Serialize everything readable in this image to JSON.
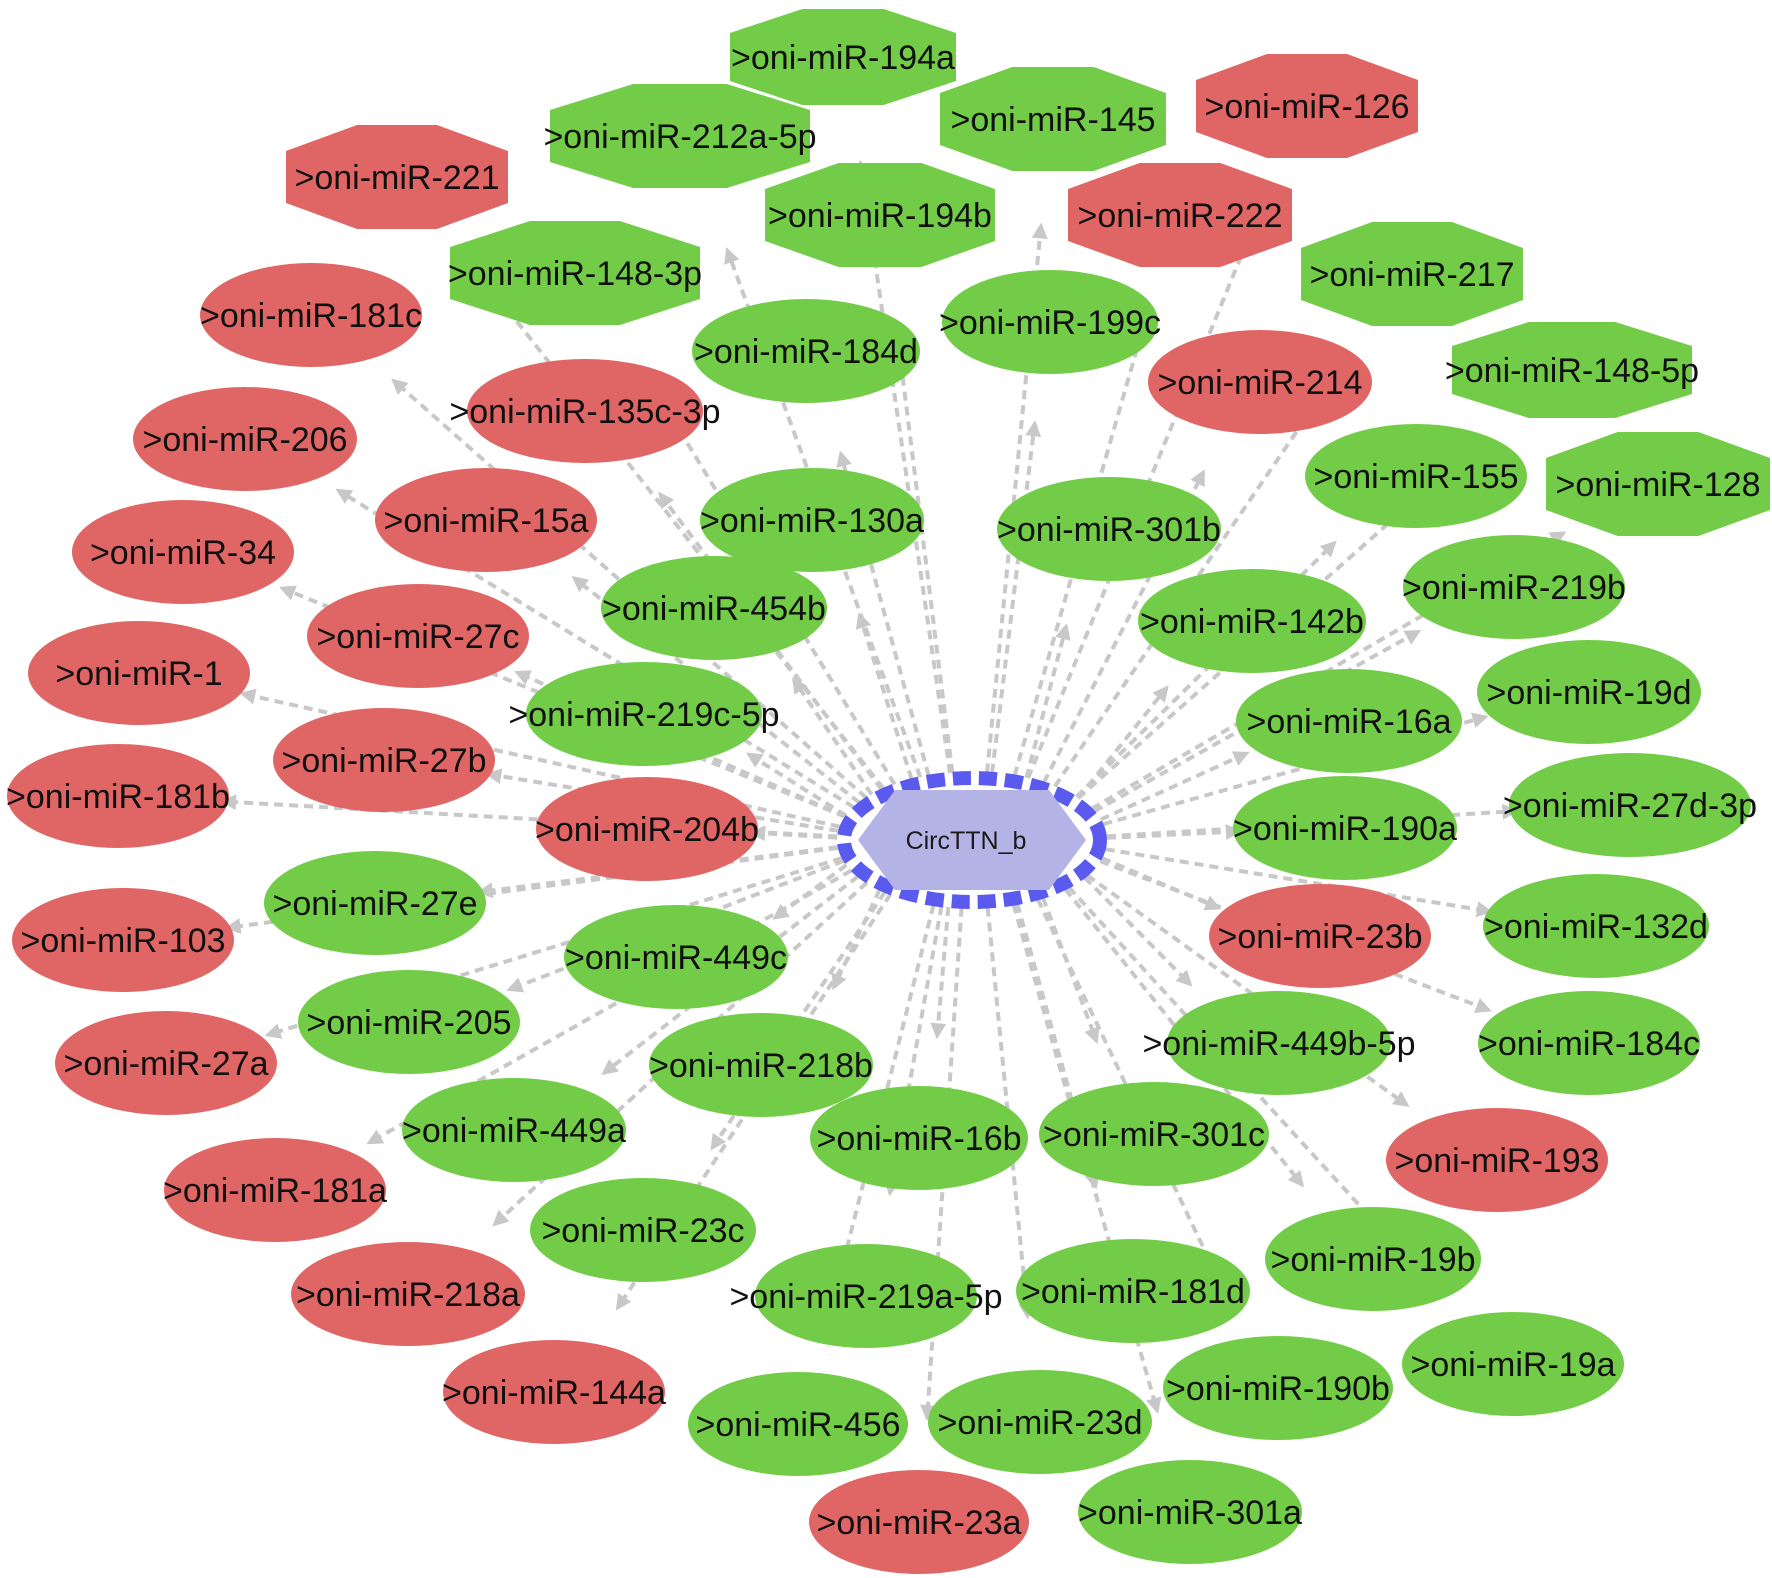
{
  "colors": {
    "green": "#72cc47",
    "red": "#e06666",
    "center_fill": "#b3b3e6",
    "center_border": "#5a5aee",
    "edge": "#c8c8c8"
  },
  "center": {
    "label": "CircTTN_b"
  },
  "nodes": [
    {
      "label": ">oni-miR-194a",
      "color": "green",
      "shape": "octagon"
    },
    {
      "label": ">oni-miR-212a-5p",
      "color": "green",
      "shape": "octagon"
    },
    {
      "label": ">oni-miR-145",
      "color": "green",
      "shape": "octagon"
    },
    {
      "label": ">oni-miR-126",
      "color": "red",
      "shape": "octagon"
    },
    {
      "label": ">oni-miR-221",
      "color": "red",
      "shape": "octagon"
    },
    {
      "label": ">oni-miR-194b",
      "color": "green",
      "shape": "octagon"
    },
    {
      "label": ">oni-miR-222",
      "color": "red",
      "shape": "octagon"
    },
    {
      "label": ">oni-miR-148-3p",
      "color": "green",
      "shape": "octagon"
    },
    {
      "label": ">oni-miR-217",
      "color": "green",
      "shape": "octagon"
    },
    {
      "label": ">oni-miR-181c",
      "color": "red",
      "shape": "ellipse"
    },
    {
      "label": ">oni-miR-199c",
      "color": "green",
      "shape": "ellipse"
    },
    {
      "label": ">oni-miR-184d",
      "color": "green",
      "shape": "ellipse"
    },
    {
      "label": ">oni-miR-148-5p",
      "color": "green",
      "shape": "octagon"
    },
    {
      "label": ">oni-miR-214",
      "color": "red",
      "shape": "ellipse"
    },
    {
      "label": ">oni-miR-135c-3p",
      "color": "red",
      "shape": "ellipse"
    },
    {
      "label": ">oni-miR-206",
      "color": "red",
      "shape": "ellipse"
    },
    {
      "label": ">oni-miR-155",
      "color": "green",
      "shape": "ellipse"
    },
    {
      "label": ">oni-miR-128",
      "color": "green",
      "shape": "octagon"
    },
    {
      "label": ">oni-miR-130a",
      "color": "green",
      "shape": "ellipse"
    },
    {
      "label": ">oni-miR-301b",
      "color": "green",
      "shape": "ellipse"
    },
    {
      "label": ">oni-miR-15a",
      "color": "red",
      "shape": "ellipse"
    },
    {
      "label": ">oni-miR-34",
      "color": "red",
      "shape": "ellipse"
    },
    {
      "label": ">oni-miR-219b",
      "color": "green",
      "shape": "ellipse"
    },
    {
      "label": ">oni-miR-454b",
      "color": "green",
      "shape": "ellipse"
    },
    {
      "label": ">oni-miR-142b",
      "color": "green",
      "shape": "ellipse"
    },
    {
      "label": ">oni-miR-27c",
      "color": "red",
      "shape": "ellipse"
    },
    {
      "label": ">oni-miR-1",
      "color": "red",
      "shape": "ellipse"
    },
    {
      "label": ">oni-miR-19d",
      "color": "green",
      "shape": "ellipse"
    },
    {
      "label": ">oni-miR-219c-5p",
      "color": "green",
      "shape": "ellipse"
    },
    {
      "label": ">oni-miR-16a",
      "color": "green",
      "shape": "ellipse"
    },
    {
      "label": ">oni-miR-27b",
      "color": "red",
      "shape": "ellipse"
    },
    {
      "label": ">oni-miR-181b",
      "color": "red",
      "shape": "ellipse"
    },
    {
      "label": ">oni-miR-27d-3p",
      "color": "green",
      "shape": "ellipse"
    },
    {
      "label": ">oni-miR-204b",
      "color": "red",
      "shape": "ellipse"
    },
    {
      "label": ">oni-miR-190a",
      "color": "green",
      "shape": "ellipse"
    },
    {
      "label": ">oni-miR-27e",
      "color": "green",
      "shape": "ellipse"
    },
    {
      "label": ">oni-miR-132d",
      "color": "green",
      "shape": "ellipse"
    },
    {
      "label": ">oni-miR-103",
      "color": "red",
      "shape": "ellipse"
    },
    {
      "label": ">oni-miR-23b",
      "color": "red",
      "shape": "ellipse"
    },
    {
      "label": ">oni-miR-449c",
      "color": "green",
      "shape": "ellipse"
    },
    {
      "label": ">oni-miR-205",
      "color": "green",
      "shape": "ellipse"
    },
    {
      "label": ">oni-miR-184c",
      "color": "green",
      "shape": "ellipse"
    },
    {
      "label": ">oni-miR-449b-5p",
      "color": "green",
      "shape": "ellipse"
    },
    {
      "label": ">oni-miR-27a",
      "color": "red",
      "shape": "ellipse"
    },
    {
      "label": ">oni-miR-218b",
      "color": "green",
      "shape": "ellipse"
    },
    {
      "label": ">oni-miR-16b",
      "color": "green",
      "shape": "ellipse"
    },
    {
      "label": ">oni-miR-301c",
      "color": "green",
      "shape": "ellipse"
    },
    {
      "label": ">oni-miR-449a",
      "color": "green",
      "shape": "ellipse"
    },
    {
      "label": ">oni-miR-193",
      "color": "red",
      "shape": "ellipse"
    },
    {
      "label": ">oni-miR-181a",
      "color": "red",
      "shape": "ellipse"
    },
    {
      "label": ">oni-miR-23c",
      "color": "green",
      "shape": "ellipse"
    },
    {
      "label": ">oni-miR-19b",
      "color": "green",
      "shape": "ellipse"
    },
    {
      "label": ">oni-miR-218a",
      "color": "red",
      "shape": "ellipse"
    },
    {
      "label": ">oni-miR-219a-5p",
      "color": "green",
      "shape": "ellipse"
    },
    {
      "label": ">oni-miR-181d",
      "color": "green",
      "shape": "ellipse"
    },
    {
      "label": ">oni-miR-19a",
      "color": "green",
      "shape": "ellipse"
    },
    {
      "label": ">oni-miR-190b",
      "color": "green",
      "shape": "ellipse"
    },
    {
      "label": ">oni-miR-144a",
      "color": "red",
      "shape": "ellipse"
    },
    {
      "label": ">oni-miR-456",
      "color": "green",
      "shape": "ellipse"
    },
    {
      "label": ">oni-miR-23d",
      "color": "green",
      "shape": "ellipse"
    },
    {
      "label": ">oni-miR-23a",
      "color": "red",
      "shape": "ellipse"
    },
    {
      "label": ">oni-miR-301a",
      "color": "green",
      "shape": "ellipse"
    }
  ]
}
